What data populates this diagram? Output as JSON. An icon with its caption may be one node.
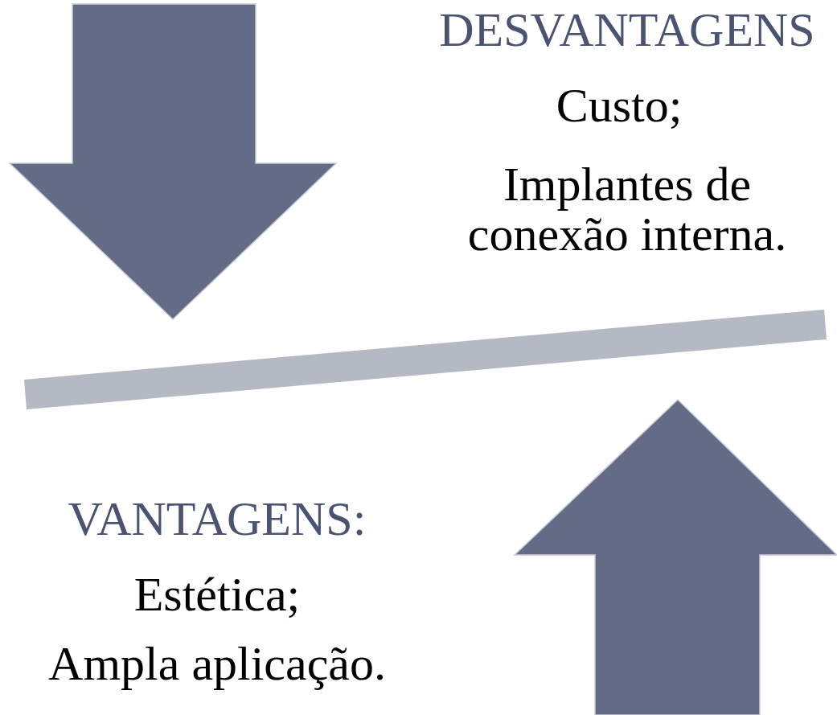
{
  "diagram": {
    "labels": [
      "DESVANTAGENS",
      "Custo;",
      "Implantes de conexão interna.",
      "VANTAGENS:",
      "Estética;",
      "Ampla aplicação."
    ]
  }
}
